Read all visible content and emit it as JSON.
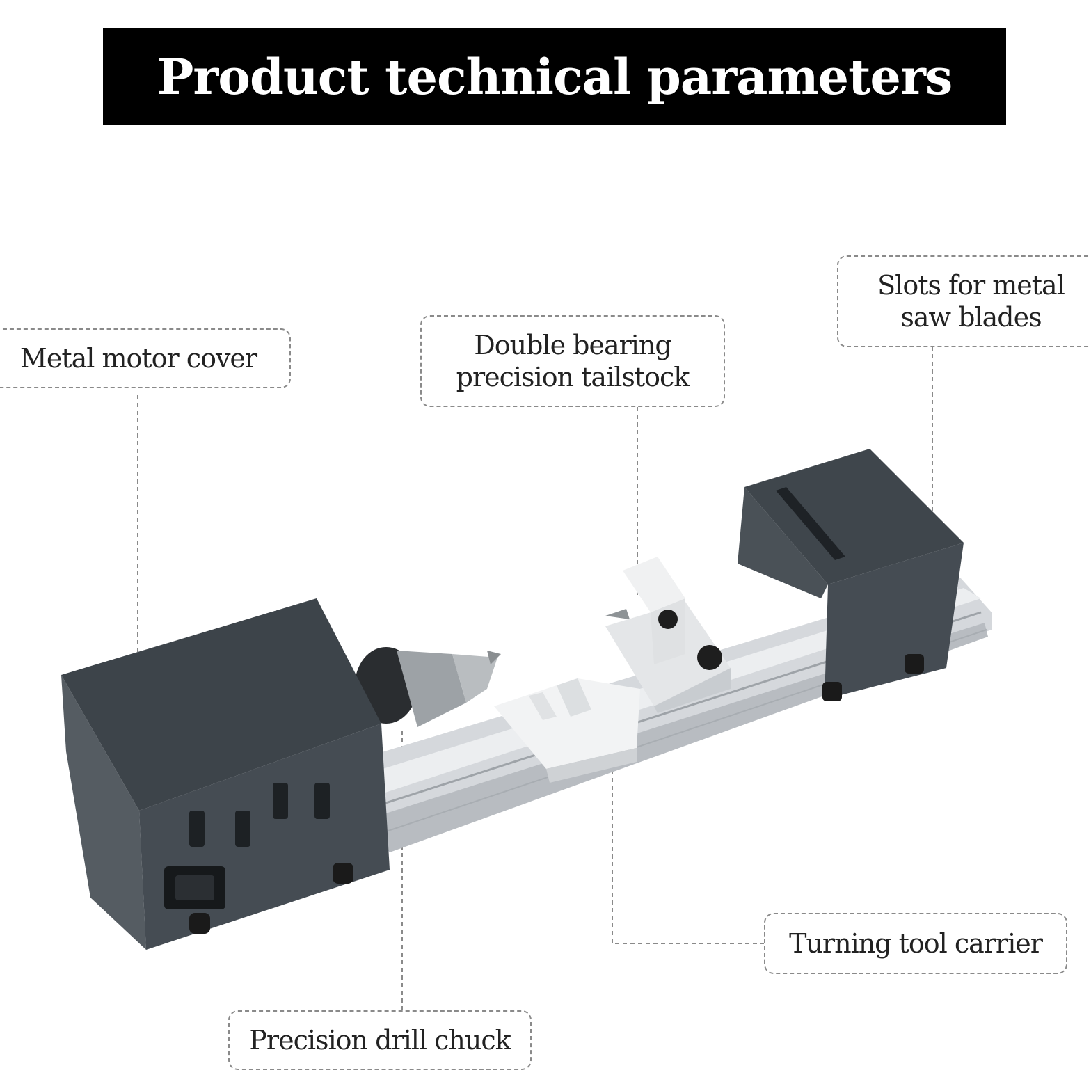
{
  "header": {
    "title": "Product technical parameters"
  },
  "callouts": {
    "motor_cover": "Metal motor cover",
    "tailstock_line1": "Double bearing",
    "tailstock_line2": "precision tailstock",
    "saw_slots_line1": "Slots for metal",
    "saw_slots_line2": "saw blades",
    "tool_carrier": "Turning tool carrier",
    "drill_chuck": "Precision drill chuck"
  },
  "colors": {
    "title_background": "#000000",
    "title_text": "#ffffff",
    "housing": "#454c53",
    "rail": "#c8ccd0",
    "callout_border": "#8a8a8a"
  }
}
